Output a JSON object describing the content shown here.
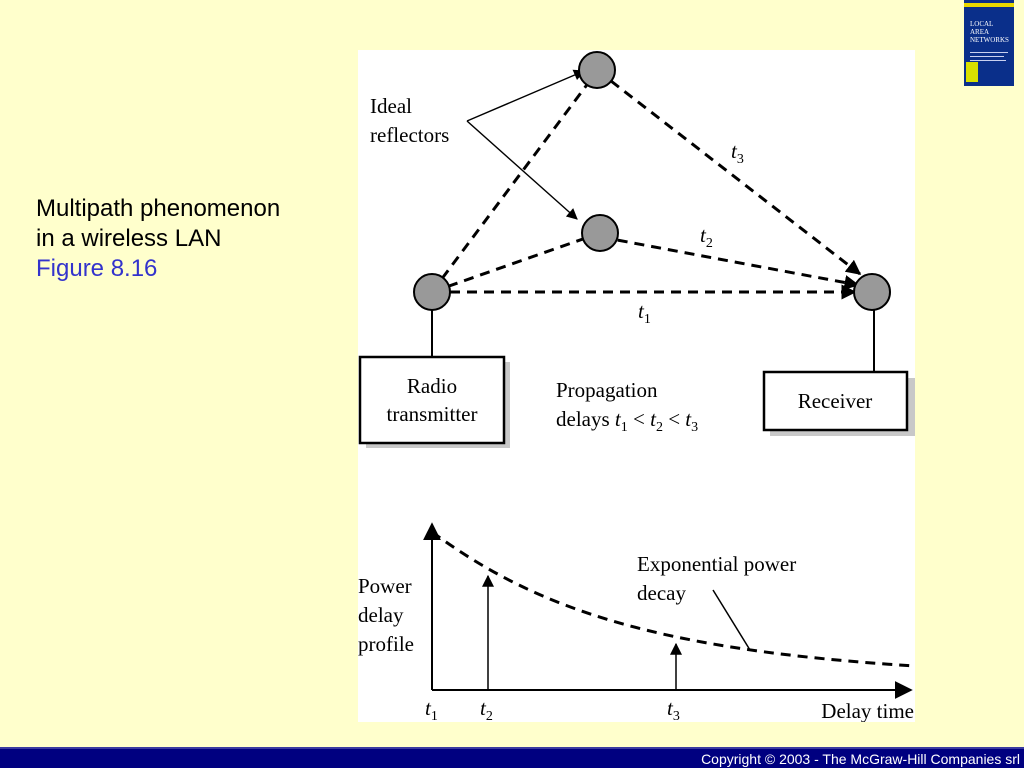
{
  "slide": {
    "title_line1": "Multipath phenomenon",
    "title_line2": "in a wireless LAN",
    "figure_label": "Figure 8.16"
  },
  "book_cover": {
    "title_line1": "LOCAL",
    "title_line2": "AREA",
    "title_line3": "NETWORKS"
  },
  "diagram": {
    "ideal_line1": "Ideal",
    "ideal_line2": "reflectors",
    "t_symbol": "t",
    "sub1": "1",
    "sub2": "2",
    "sub3": "3",
    "radio_line1": "Radio",
    "radio_line2": "transmitter",
    "receiver": "Receiver",
    "prop_line1": "Propagation",
    "prop_delays": "delays",
    "less_than": "<",
    "power_line1": "Power",
    "power_line2": "delay",
    "power_line3": "profile",
    "exp_line1": "Exponential power",
    "exp_line2": "decay",
    "delay_time": "Delay time"
  },
  "footer": {
    "copyright": "Copyright © 2003 - The McGraw-Hill Companies srl"
  },
  "colors": {
    "background": "#ffffcc",
    "figure_label": "#3333cc",
    "footer_bar": "#000080",
    "node_fill": "#999999"
  }
}
